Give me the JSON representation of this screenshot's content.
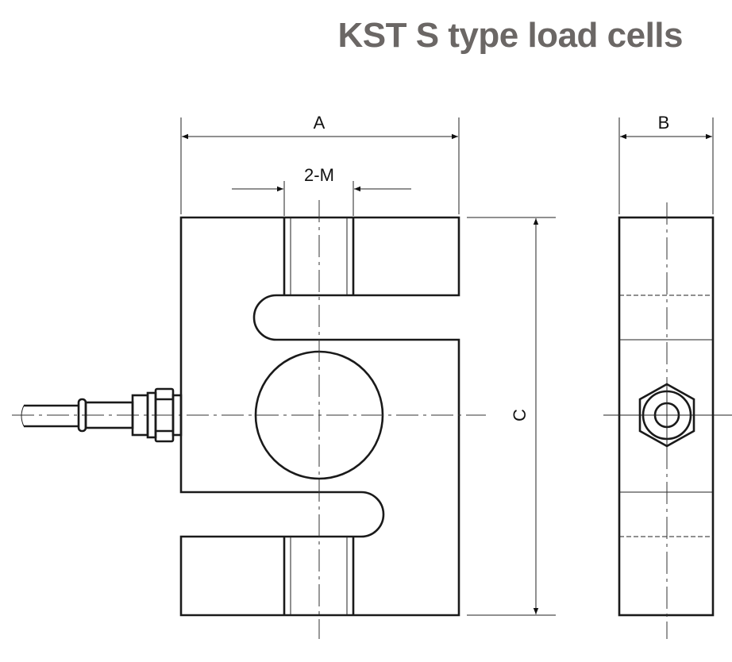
{
  "title": "KST S type load cells",
  "dimensions": {
    "a": "A",
    "b": "B",
    "c": "C",
    "thread": "2-M"
  }
}
